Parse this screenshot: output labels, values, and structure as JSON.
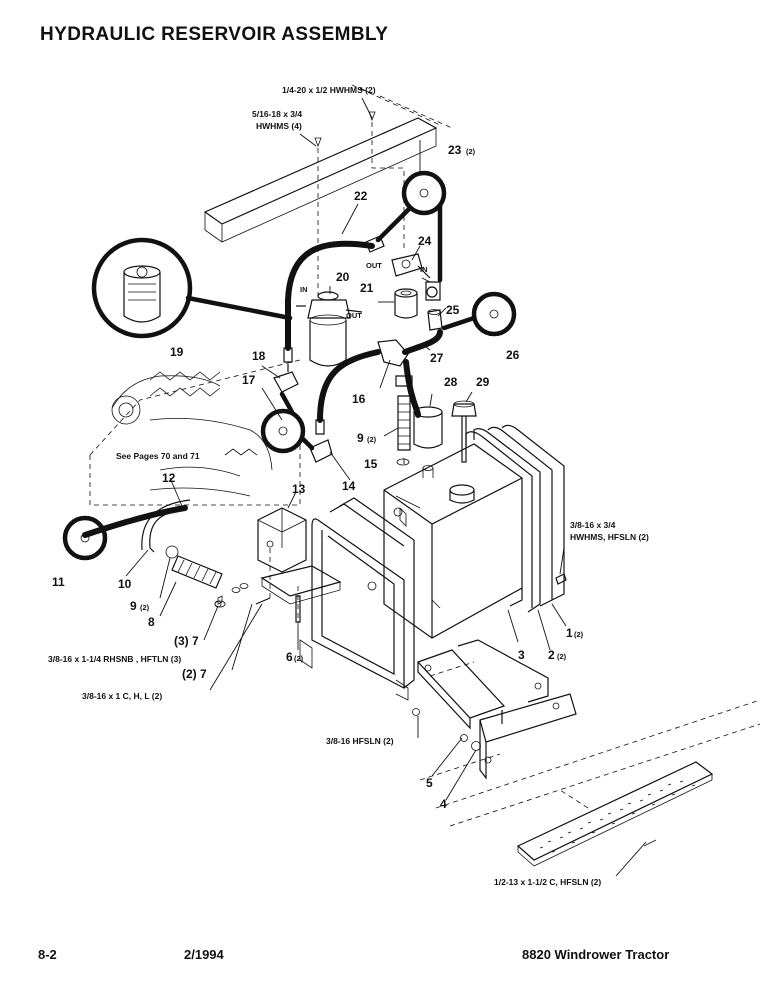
{
  "title": "HYDRAULIC RESERVOIR ASSEMBLY",
  "footer": {
    "page": "8-2",
    "date": "2/1994",
    "model": "8820 Windrower Tractor"
  },
  "callouts": {
    "c1": "1",
    "c1q": "(2)",
    "c2": "2",
    "c2q": "(2)",
    "c3": "3",
    "c4": "4",
    "c5": "5",
    "c6": "6",
    "c6q": "(2)",
    "c7a": "(3) 7",
    "c7b": "(2) 7",
    "c8": "8",
    "c9a": "9",
    "c9aq": "(2)",
    "c9b": "9",
    "c9bq": "(2)",
    "c10": "10",
    "c11": "11",
    "c12": "12",
    "c13": "13",
    "c14": "14",
    "c15": "15",
    "c16": "16",
    "c17": "17",
    "c18": "18",
    "c19": "19",
    "c20": "20",
    "c21": "21",
    "c22": "22",
    "c23": "23",
    "c23q": "(2)",
    "c24": "24",
    "c25": "25",
    "c26": "26",
    "c27": "27",
    "c28": "28",
    "c29": "29"
  },
  "port_labels": {
    "filter_in": "IN",
    "filter_out": "OUT",
    "valve_out": "OUT",
    "valve_in": "IN"
  },
  "hardware_notes": {
    "n1": "1/4-20 x 1/2 HWHMS (2)",
    "n2a": "5/16-18 x 3/4",
    "n2b": "HWHMS (4)",
    "n3a": "3/8-16 x 3/4",
    "n3b": "HWHMS, HFSLN (2)",
    "n4": "3/8-16 x 1-1/4 RHSNB , HFTLN (3)",
    "n5": "3/8-16 x 1  C, H, L (2)",
    "n6": "3/8-16 HFSLN (2)",
    "n7": "1/2-13 x 1-1/2 C, HFSLN (2)"
  },
  "engine_ref": "See Pages 70 and 71"
}
